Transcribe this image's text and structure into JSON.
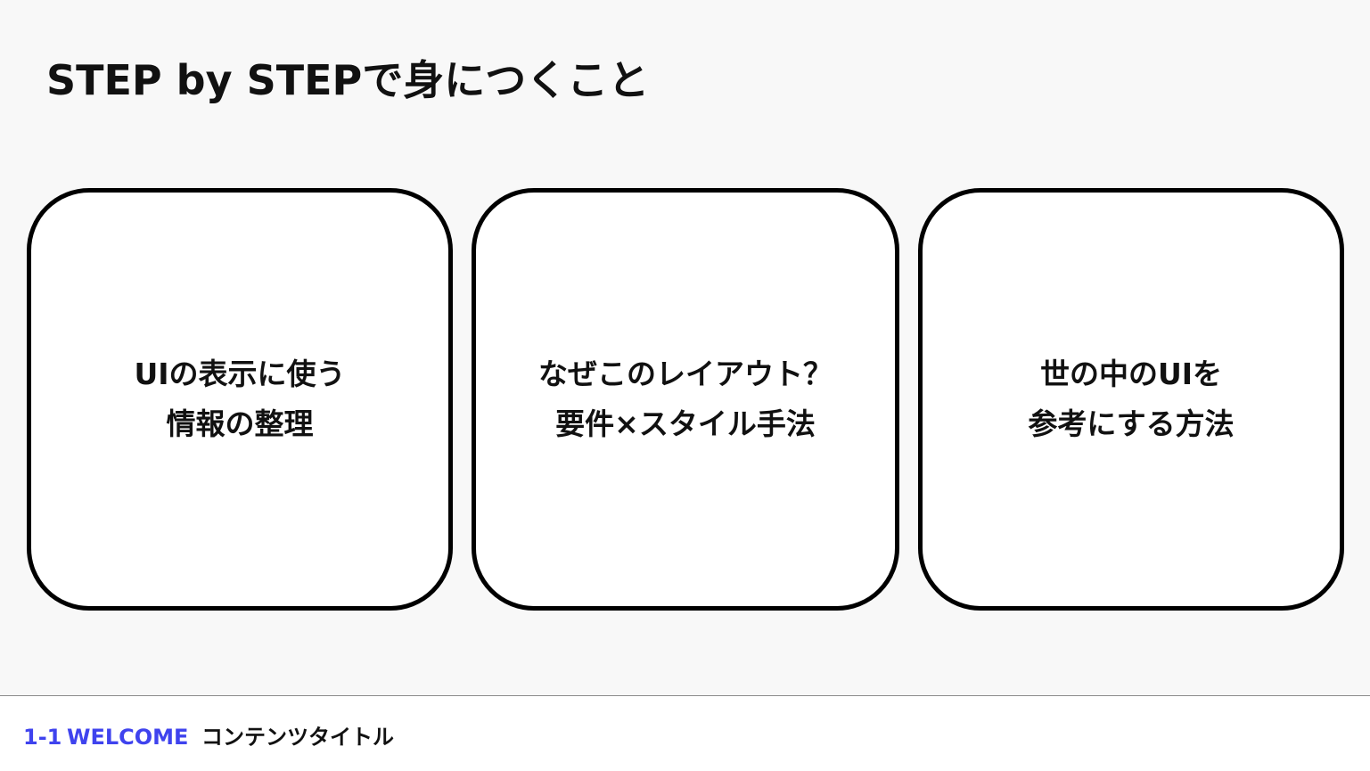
{
  "slide": {
    "title": "STEP by STEPで身につくこと",
    "cards": [
      {
        "line1": "UIの表示に使う",
        "line2": "情報の整理"
      },
      {
        "line1": "なぜこのレイアウト？",
        "line2": "要件×スタイル手法"
      },
      {
        "line1": "世の中のUIを",
        "line2": "参考にする方法"
      }
    ]
  },
  "footer": {
    "section_code": "1-1",
    "section_name": "WELCOME",
    "content_title": "コンテンツタイトル"
  },
  "colors": {
    "background": "#f8f8f8",
    "card_background": "#ffffff",
    "card_border": "#000000",
    "text": "#111111",
    "accent": "#3f43ee"
  }
}
